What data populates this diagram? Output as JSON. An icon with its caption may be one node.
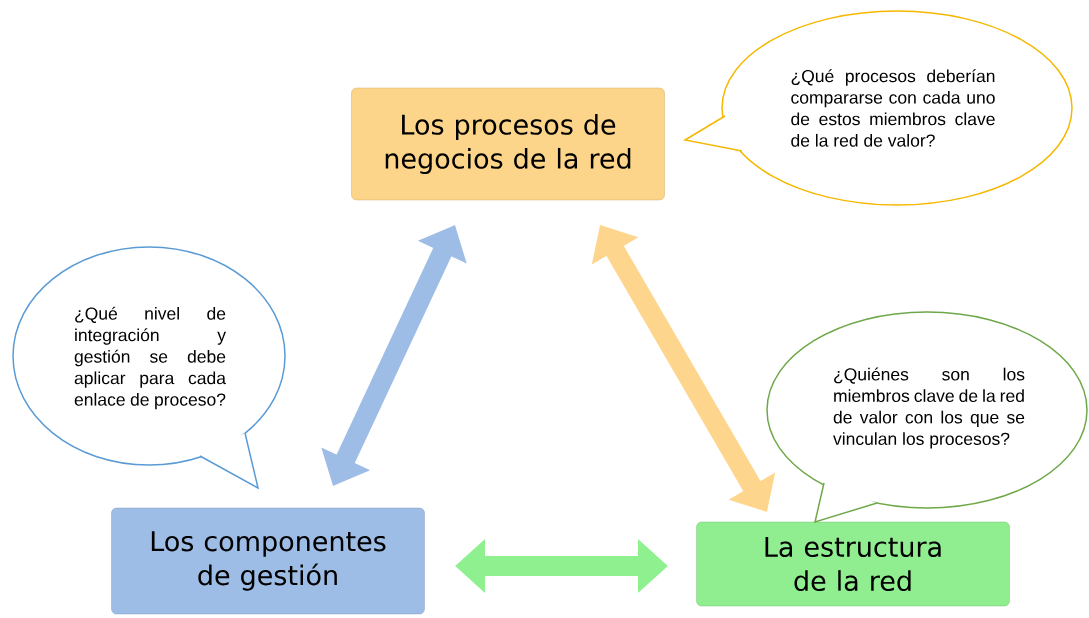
{
  "diagram": {
    "nodes": [
      {
        "text": [
          "Los procesos de negocios de la red"
        ]
      },
      {
        "text": [
          "Los componentes de gestión"
        ]
      },
      {
        "text": [
          "La estructura de la red"
        ]
      },
      {
        "text": [
          "¿Qué procesos deberían compararse con cada uno de estos miembros clave de la red de valor?"
        ]
      },
      {
        "text": [
          "¿Qué nivel de integración y gestión se debe aplicar para cada enlace de proceso?"
        ]
      },
      {
        "text": [
          "¿Quiénes son los miembros clave de la red de valor con los que se vinculan los procesos?"
        ]
      }
    ],
    "edges": [
      {
        "from": 0,
        "to": 1,
        "arrow": "both",
        "color": "#9dbde6"
      },
      {
        "from": 0,
        "to": 2,
        "arrow": "both",
        "color": "#fed58c"
      },
      {
        "from": 1,
        "to": 2,
        "arrow": "both",
        "color": "#8ff08f"
      }
    ]
  }
}
